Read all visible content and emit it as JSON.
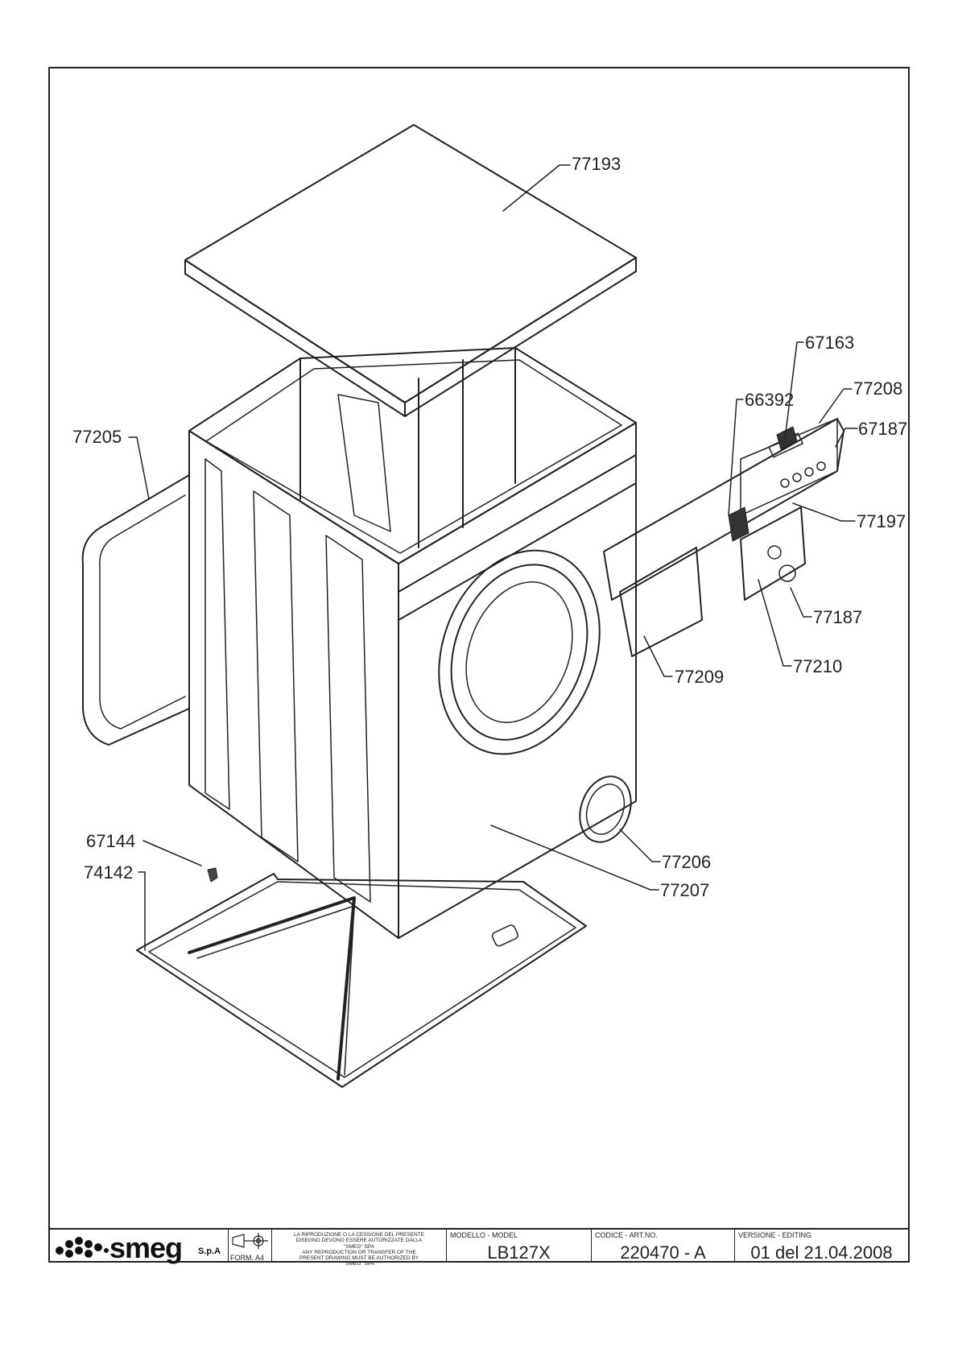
{
  "callouts": [
    {
      "id": "77193",
      "text": "77193"
    },
    {
      "id": "67163",
      "text": "67163"
    },
    {
      "id": "77208",
      "text": "77208"
    },
    {
      "id": "66392",
      "text": "66392"
    },
    {
      "id": "67187",
      "text": "67187"
    },
    {
      "id": "77205",
      "text": "77205"
    },
    {
      "id": "77197",
      "text": "77197"
    },
    {
      "id": "77187",
      "text": "77187"
    },
    {
      "id": "77209",
      "text": "77209"
    },
    {
      "id": "77210",
      "text": "77210"
    },
    {
      "id": "67144",
      "text": "67144"
    },
    {
      "id": "74142",
      "text": "74142"
    },
    {
      "id": "77206",
      "text": "77206"
    },
    {
      "id": "77207",
      "text": "77207"
    }
  ],
  "title_block": {
    "brand": "smeg",
    "brand_suffix": "S.p.A",
    "form_label": "FORM. A4",
    "legal_text": [
      "LA RIPRODUZIONE O LA CESSIONE DEL PRESENTE",
      "DISEGNO DEVONO ESSERE AUTORIZZATE DALLA",
      "\"SMEG\" SPA",
      "ANY REPRODUCTION OR TRANSFER OF THE",
      "PRESENT DRAWING MUST BE AUTHORIZED BY",
      "\"SMEG\" SPA"
    ],
    "model_caption": "MODELLO - MODEL",
    "model_value": "LB127X",
    "code_caption": "CODICE - ART.NO.",
    "code_value": "220470 - A",
    "version_caption": "VERSIONE - EDITING",
    "version_value": "01 del 21.04.2008"
  }
}
